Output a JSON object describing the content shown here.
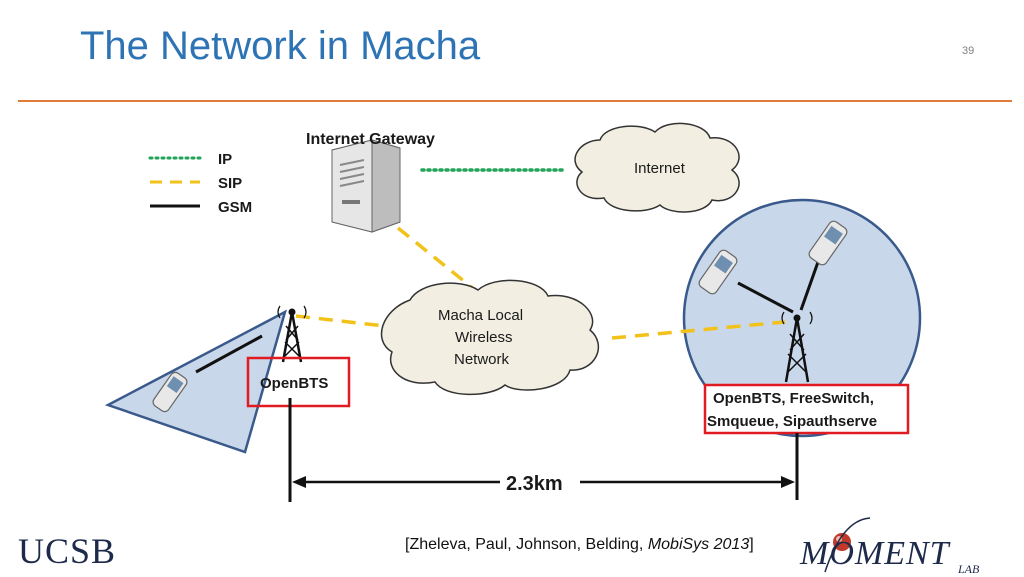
{
  "slide": {
    "title": "The Network in Macha",
    "page_number": "39"
  },
  "legend": {
    "ip": "IP",
    "sip": "SIP",
    "gsm": "GSM"
  },
  "nodes": {
    "gateway": "Internet Gateway",
    "internet": "Internet",
    "local_network_line1": "Macha Local",
    "local_network_line2": "Wireless",
    "local_network_line3": "Network",
    "left_site": "OpenBTS",
    "right_site_line1": "OpenBTS, FreeSwitch,",
    "right_site_line2": "Smqueue, Sipauthserve"
  },
  "distance": "2.3km",
  "citation": {
    "prefix": "[Zheleva, Paul, Johnson, Belding, ",
    "venue": "MobiSys 2013",
    "suffix": "]"
  },
  "logos": {
    "left": "UCSB",
    "right": "MOMENT",
    "right_sub": "LAB"
  },
  "colors": {
    "title": "#2e74b5",
    "rule": "#e07b39",
    "ip_line": "#22a35a",
    "sip_line": "#f2c21b",
    "highlight_box": "#e11b22",
    "coverage_fill": "#c9d7ea",
    "coverage_stroke": "#3a5a8c"
  }
}
